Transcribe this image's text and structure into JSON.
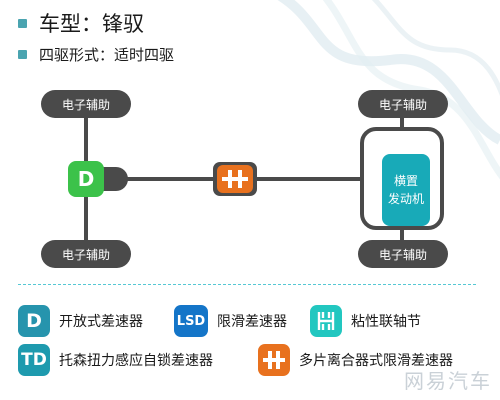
{
  "header": {
    "model": "车型：锋驭",
    "drive_system": "四驱形式：适时四驱"
  },
  "diagram": {
    "assist_label": "电子辅助",
    "front_diff_letter": "D",
    "engine_label_line1": "横置",
    "engine_label_line2": "发动机"
  },
  "legend": {
    "open_diff": {
      "icon_text": "D",
      "label": "开放式差速器"
    },
    "lsd": {
      "icon_text": "LSD",
      "label": "限滑差速器"
    },
    "viscous": {
      "label": "粘性联轴节"
    },
    "torsen": {
      "icon_text": "TD",
      "label": "托森扭力感应自锁差速器"
    },
    "multi_plate": {
      "label": "多片离合器式限滑差速器"
    }
  },
  "watermark": "网易汽车",
  "colors": {
    "accent_teal": "#18aab8",
    "pill_gray": "#4a4a4a",
    "open_diff_green": "#3cc24a",
    "lsd_blue": "#1475c8",
    "viscous_teal": "#22c7c0",
    "multi_plate_orange": "#e8711e",
    "icon_teal_dark": "#1e9aae"
  }
}
